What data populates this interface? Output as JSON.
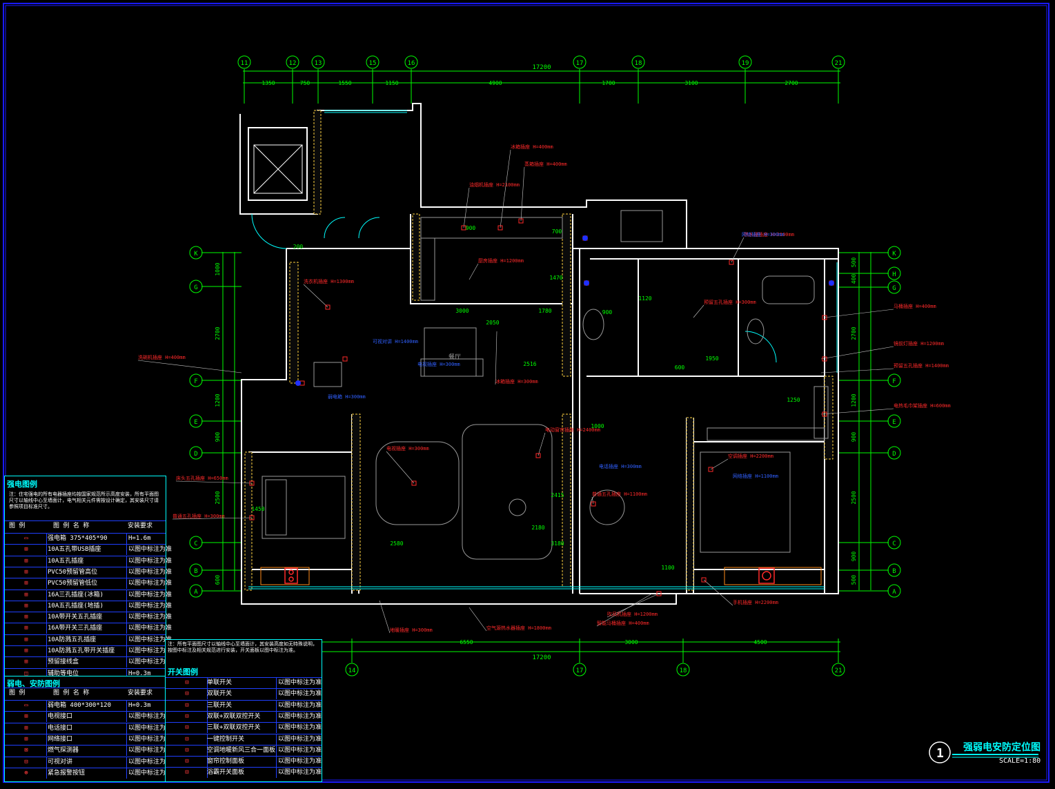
{
  "drawing": {
    "title": "强弱电安防定位图",
    "number": "1",
    "scale": "SCALE=1:80"
  },
  "axes": {
    "top": [
      "11",
      "12",
      "13",
      "15",
      "16",
      "17",
      "18",
      "19",
      "21"
    ],
    "bottom": [
      "14",
      "17",
      "18",
      "21"
    ],
    "left": [
      "K",
      "G",
      "F",
      "E",
      "D",
      "C",
      "B",
      "A"
    ],
    "right": [
      "K",
      "H",
      "G",
      "F",
      "E",
      "D",
      "C",
      "B",
      "A"
    ]
  },
  "dimensions": {
    "top_total": "17200",
    "top_segments": [
      "1350",
      "750",
      "1550",
      "1150",
      "4900",
      "1700",
      "3100",
      "2700"
    ],
    "bottom_total": "17200",
    "bottom_segments": [
      "6550",
      "3000",
      "4500"
    ],
    "left_segments": [
      "1000",
      "2700",
      "1200",
      "900",
      "2500",
      "600"
    ],
    "right_segments": [
      "500",
      "400",
      "2700",
      "1200",
      "900",
      "2500",
      "900",
      "500"
    ],
    "inner": [
      "200",
      "900",
      "700",
      "3000",
      "1780",
      "2516",
      "2050",
      "1470",
      "900",
      "2180",
      "3180",
      "2415",
      "1120",
      "1000",
      "600",
      "1250",
      "1100",
      "1950",
      "1450",
      "2580"
    ]
  },
  "strong_legend": {
    "title": "强电图例",
    "note": "注：住宅强电的所有电器插座均按国家规范所示高度安装，所有平面图尺寸以轴线中心至墙面计，电气相关元件需按设计确定，其安装尺寸请参照项目标准尺寸。",
    "header": [
      "图 例",
      "图 例 名 称",
      "安装要求"
    ],
    "items": [
      {
        "sym": "▭",
        "name": "强电箱 375*405*90",
        "req": "H=1.6m"
      },
      {
        "sym": "⊞",
        "name": "10A五孔带USB插座",
        "req": "以图中标注为准"
      },
      {
        "sym": "⊞",
        "name": "10A五孔插座",
        "req": "以图中标注为准"
      },
      {
        "sym": "⊞",
        "name": "PVC50预留管高位",
        "req": "以图中标注为准"
      },
      {
        "sym": "⊞",
        "name": "PVC50预留管低位",
        "req": "以图中标注为准"
      },
      {
        "sym": "⊞",
        "name": "16A三孔插座(冰箱)",
        "req": "以图中标注为准"
      },
      {
        "sym": "⊞",
        "name": "10A五孔插座(地插)",
        "req": "以图中标注为准"
      },
      {
        "sym": "⊞",
        "name": "10A带开关五孔插座",
        "req": "以图中标注为准"
      },
      {
        "sym": "⊞",
        "name": "16A带开关三孔插座",
        "req": "以图中标注为准"
      },
      {
        "sym": "⊞",
        "name": "10A防溅五孔插座",
        "req": "以图中标注为准"
      },
      {
        "sym": "⊞",
        "name": "10A防溅五孔带开关插座",
        "req": "以图中标注为准"
      },
      {
        "sym": "⊞",
        "name": "预留接线盒",
        "req": "以图中标注为准"
      },
      {
        "sym": "◫",
        "name": "辅助等电位",
        "req": "H=0.3m"
      }
    ]
  },
  "weak_legend": {
    "title": "弱电、安防图例",
    "header": [
      "图 例",
      "图 例 名 称",
      "安装要求"
    ],
    "items": [
      {
        "sym": "▭",
        "name": "弱电箱 400*300*120",
        "req": "H=0.3m"
      },
      {
        "sym": "⊞",
        "name": "电视接口",
        "req": "以图中标注为准"
      },
      {
        "sym": "⊞",
        "name": "电话接口",
        "req": "以图中标注为准"
      },
      {
        "sym": "⊞",
        "name": "网络接口",
        "req": "以图中标注为准"
      },
      {
        "sym": "⊠",
        "name": "燃气探测器",
        "req": "以图中标注为准"
      },
      {
        "sym": "⊟",
        "name": "可视对讲",
        "req": "以图中标注为准"
      },
      {
        "sym": "⊛",
        "name": "紧急报警按钮",
        "req": "以图中标注为准"
      }
    ]
  },
  "switch_legend": {
    "title": "开关图例",
    "note": "注：所有平面图尺寸以轴线中心至墙面计，其安装高度如无特殊说明，按图中标注及相关规范进行安装，开关面板以图中标注为准。",
    "items": [
      {
        "sym": "⊟",
        "name": "单联开关",
        "req": "以图中标注为准"
      },
      {
        "sym": "⊟",
        "name": "双联开关",
        "req": "以图中标注为准"
      },
      {
        "sym": "⊟",
        "name": "三联开关",
        "req": "以图中标注为准"
      },
      {
        "sym": "⊟",
        "name": "双联+双联双控开关",
        "req": "以图中标注为准"
      },
      {
        "sym": "⊟",
        "name": "三联+双联双控开关",
        "req": "以图中标注为准"
      },
      {
        "sym": "⊟",
        "name": "一键控制开关",
        "req": "以图中标注为准"
      },
      {
        "sym": "⊟",
        "name": "空调地暖新风三合一面板",
        "req": "以图中标注为准"
      },
      {
        "sym": "⊟",
        "name": "窗帘控制面板",
        "req": "以图中标注为准"
      },
      {
        "sym": "⊟",
        "name": "浴霸开关面板",
        "req": "以图中标注为准"
      }
    ]
  },
  "colors": {
    "background": "#000000",
    "wall": "#ffffff",
    "dimension": "#00ff00",
    "axis": "#00ff00",
    "annotation": "#ff2a2a",
    "leader": "#ffffff",
    "blue_note": "#3060ff",
    "frame": "#0000ff",
    "fixture": "#9a9a9a"
  },
  "annotations_red": [
    "冰箱插座 H=400mm",
    "油烟机插座 H=2100mm",
    "厨房插座 H=1200mm",
    "蒸箱插座 H=400mm",
    "洗衣机插座 H=1300mm",
    "冰箱插座 H=300mm",
    "预留五孔插座 H=300mm",
    "电视插座 H=300mm",
    "床头五孔插座 H=650mm",
    "普通五孔插座 H=300mm",
    "空调插座 H=2200mm",
    "马桶插座 H=400mm",
    "镜前灯插座 H=1200mm",
    "热水器插座 H=2100mm",
    "预留五孔插座 H=1400mm",
    "电热毛巾架插座 H=600mm",
    "手机插座 H=2200mm",
    "空气源热水器插座 H=1800mm",
    "电动窗帘插座 H=2400mm",
    "普通五孔插座 H=1100mm",
    "智能马桶插座 H=400mm",
    "吹风机插座 H=1200mm",
    "地暖插座 H=300mm",
    "洗碗机插座 H=400mm"
  ],
  "annotations_blue": [
    "弱电箱 H=300mm",
    "可视对讲 H=1400mm",
    "网络插座 H=300mm",
    "电视插座 H=300mm",
    "电话插座 H=300mm",
    "网络插座 H=1100mm"
  ],
  "room_labels": [
    "餐厅"
  ]
}
